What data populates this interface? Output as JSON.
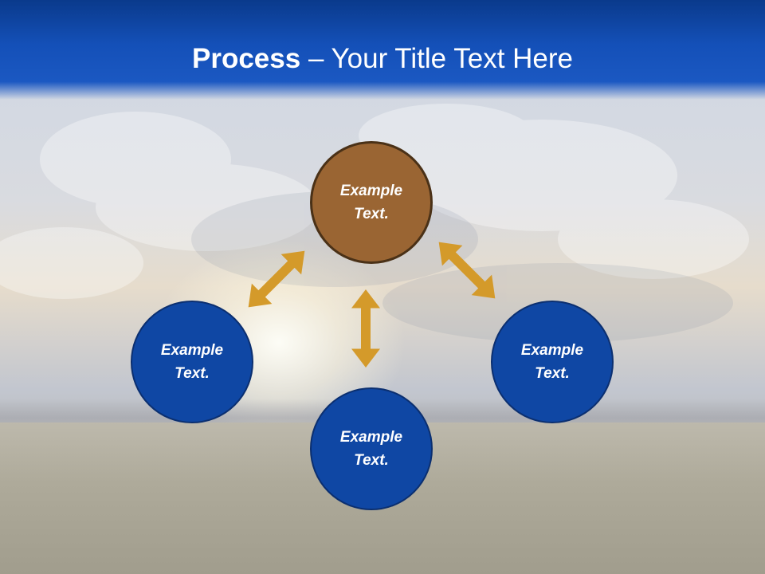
{
  "title": {
    "bold": "Process",
    "separator": " – ",
    "rest": "Your Title Text Here"
  },
  "nodes": {
    "top": {
      "text": "Example Text.",
      "color": "#9a6533"
    },
    "left": {
      "text": "Example Text.",
      "color": "#0f47a4"
    },
    "right": {
      "text": "Example Text.",
      "color": "#0f47a4"
    },
    "bottom": {
      "text": "Example Text.",
      "color": "#0f47a4"
    }
  },
  "colors": {
    "header": "#1450b8",
    "arrow": "#d49a2a"
  },
  "icons": [
    "double-arrow-icon"
  ]
}
